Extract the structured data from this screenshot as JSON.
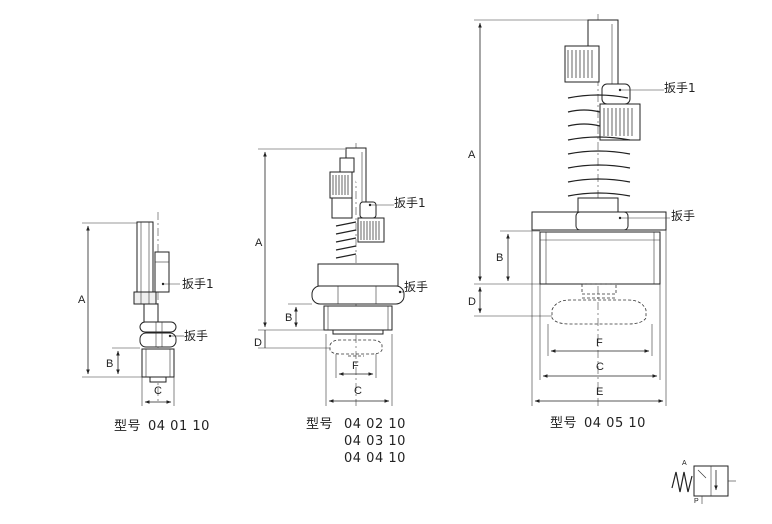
{
  "labels": {
    "dim_a": "A",
    "dim_b": "B",
    "dim_c": "C",
    "dim_d": "D",
    "dim_e": "E",
    "dim_f": "F",
    "wrench1": "扳手1",
    "wrench": "扳手"
  },
  "models": {
    "prefix": "型号",
    "small": "04 01 10",
    "medium_1": "04 02 10",
    "medium_2": "04 03 10",
    "medium_3": "04 04 10",
    "large": "04 05 10"
  },
  "symbol": {
    "port_a": "A",
    "port_p": "P"
  }
}
